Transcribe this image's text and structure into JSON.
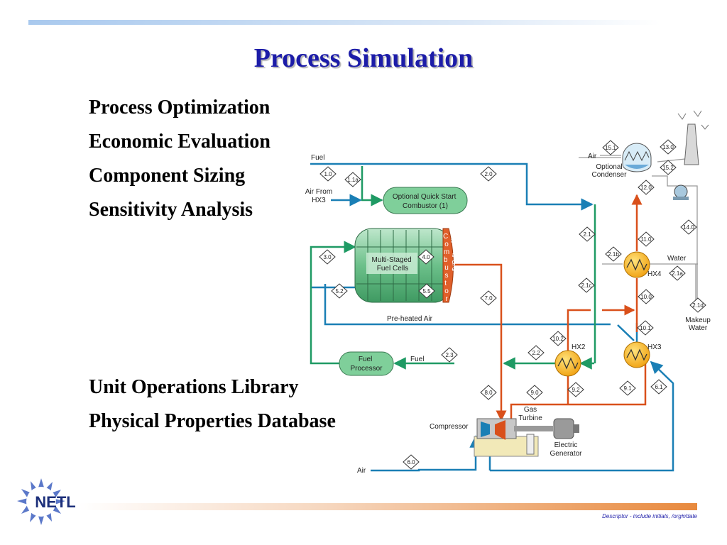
{
  "title": "Process Simulation",
  "bullets_top": [
    "Process Optimization",
    "Economic Evaluation",
    "Component Sizing",
    "Sensitivity Analysis"
  ],
  "bullets_bottom": [
    "Unit Operations Library",
    "Physical Properties Database"
  ],
  "footer": "Descriptor - include initials, /org#/date",
  "logo_text": "NETL",
  "colors": {
    "title": "#1c1ca8",
    "stream_blue": "#1a7fb5",
    "stream_green": "#1f9a64",
    "stream_red": "#d9501b",
    "unit_green": "#7fcf9a",
    "hx_yellow": "#f5b820"
  },
  "diagram": {
    "labels": {
      "fuel_in": "Fuel",
      "air_from_hx3": "Air From\nHX3",
      "quick_start": "Optional Quick Start\nCombustor (1)",
      "fuel_cells": "Multi-Staged\nFuel Cells",
      "combustor": "Combustor",
      "stage": "Stage",
      "preheated_air": "Pre-heated Air",
      "fuel_processor": "Fuel\nProcessor",
      "fuel_stream": "Fuel",
      "compressor": "Compressor",
      "gas_turbine": "Gas\nTurbine",
      "electric_generator": "Electric\nGenerator",
      "air_in": "Air",
      "air_condenser": "Air",
      "optional_condenser": "Optional\nCondenser",
      "water": "Water",
      "makeup_water": "Makeup\nWater",
      "hx2": "HX2",
      "hx3": "HX3",
      "hx4": "HX4"
    },
    "streams": [
      "1.0",
      "1.1a",
      "2.0",
      "3.0",
      "4.0",
      "5.2",
      "5.5",
      "7.0",
      "2.1",
      "2.1b",
      "2.1c",
      "11.0",
      "10.0",
      "10.1",
      "10.2",
      "12.0",
      "13.0",
      "14.0",
      "15.1",
      "15.2",
      "2.1a",
      "2.1d",
      "2.2",
      "2.3",
      "8.0",
      "9.0",
      "9.2",
      "9.1",
      "6.1",
      "6.0"
    ]
  }
}
